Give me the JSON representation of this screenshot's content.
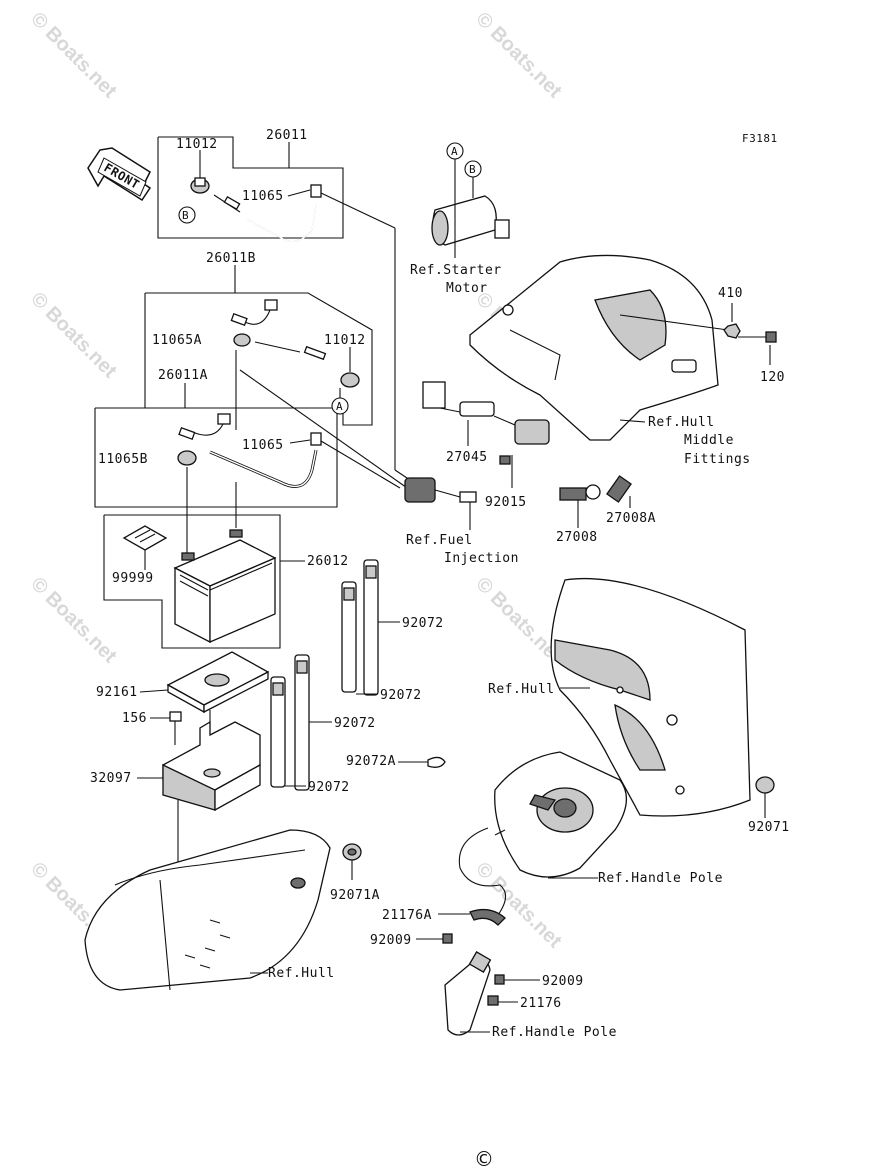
{
  "figure_code": "F3181",
  "front_label": "FRONT",
  "copyright_symbol": "©",
  "watermark_text": "© Boats.net",
  "callouts": {
    "a": "A",
    "b": "B"
  },
  "labels": {
    "l26011": "26011",
    "l11012_top": "11012",
    "l11065_top": "11065",
    "l26011B": "26011B",
    "l11065A": "11065A",
    "l11012_mid": "11012",
    "l26011A": "26011A",
    "l11065B": "11065B",
    "l11065_mid": "11065",
    "l26012": "26012",
    "l99999": "99999",
    "l92072_a": "92072",
    "l92072_b": "92072",
    "l92072_c": "92072",
    "l92072_d": "92072",
    "l92072A": "92072A",
    "l92161": "92161",
    "l156": "156",
    "l32097": "32097",
    "l92071A": "92071A",
    "l92071": "92071",
    "l410": "410",
    "l120": "120",
    "l27045": "27045",
    "l92015": "92015",
    "l27008": "27008",
    "l27008A": "27008A",
    "l21176A": "21176A",
    "l92009_a": "92009",
    "l92009_b": "92009",
    "l21176": "21176"
  },
  "refs": {
    "starter_1": "Ref.Starter",
    "starter_2": "Motor",
    "hull_mid_1": "Ref.Hull",
    "hull_mid_2": "Middle",
    "hull_mid_3": "Fittings",
    "fuel_1": "Ref.Fuel",
    "fuel_2": "Injection",
    "hull_right": "Ref.Hull",
    "hull_bottom": "Ref.Hull",
    "handle_pole_1": "Ref.Handle Pole",
    "handle_pole_2": "Ref.Handle Pole"
  }
}
